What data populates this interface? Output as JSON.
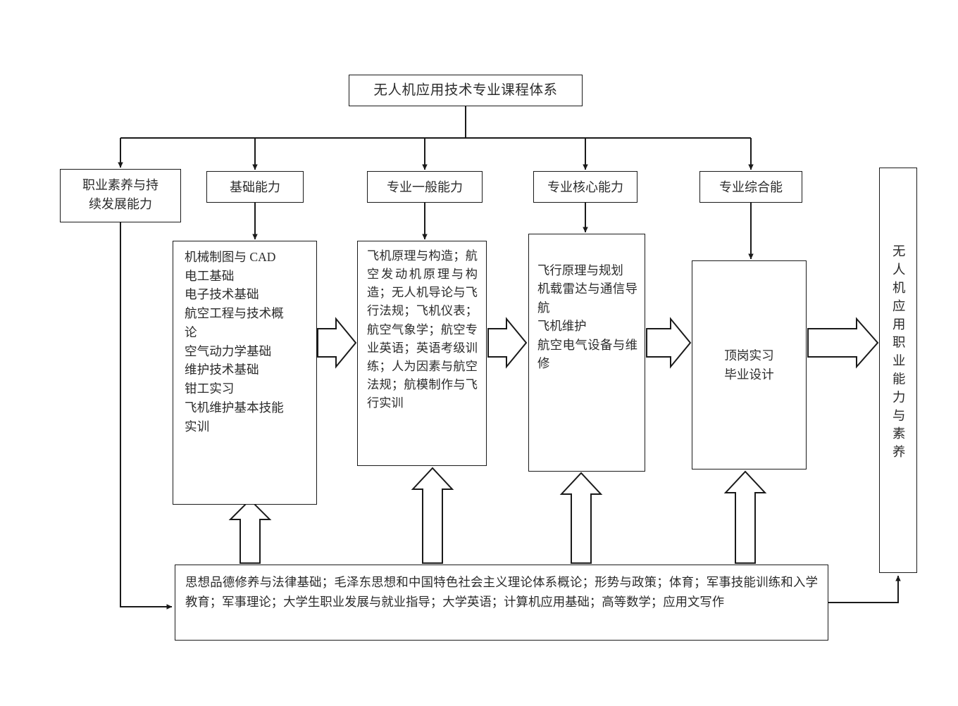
{
  "diagram": {
    "title_box": {
      "label": "无人机应用技术专业课程体系"
    },
    "categories": [
      {
        "id": "cat-professional-quality",
        "label": "职业素养与持\n续发展能力"
      },
      {
        "id": "cat-basic-ability",
        "label": "基础能力"
      },
      {
        "id": "cat-general-ability",
        "label": "专业一般能力"
      },
      {
        "id": "cat-core-ability",
        "label": "专业核心能力"
      },
      {
        "id": "cat-comprehensive",
        "label": "专业综合能"
      }
    ],
    "content_boxes": {
      "basic_courses": {
        "id": "basic-courses-box",
        "label": "机械制图与 CAD\n电工基础\n电子技术基础\n航空工程与技术概\n论\n空气动力学基础\n维护技术基础\n钳工实习\n飞机维护基本技能\n实训"
      },
      "general_courses": {
        "id": "general-courses-box",
        "label": "飞机原理与构造；航空发动机原理与构造；无人机导论与飞行法规；飞机仪表；航空气象学；航空专业英语；英语考级训练；人为因素与航空法规；航模制作与飞行实训"
      },
      "core_courses": {
        "id": "core-courses-box",
        "label": "飞行原理与规划\n机载雷达与通信导航\n飞机维护\n航空电气设备与维修"
      },
      "comprehensive_courses": {
        "id": "comprehensive-courses-box",
        "label": "顶岗实习\n毕业设计"
      },
      "general_education": {
        "id": "general-education-box",
        "label": "思想品德修养与法律基础；毛泽东思想和中国特色社会主义理论体系概论；形势与政策；体育；军事技能训练和入学教育；军事理论；大学生职业发展与就业指导；大学英语；计算机应用基础；高等数学；应用文写作"
      }
    },
    "outcome_box": {
      "id": "outcome-box",
      "label": "无人机应用职业能力与素养"
    },
    "colors": {
      "stroke": "#1a1a1a",
      "fill": "#ffffff",
      "text": "#2b2b2b"
    }
  }
}
